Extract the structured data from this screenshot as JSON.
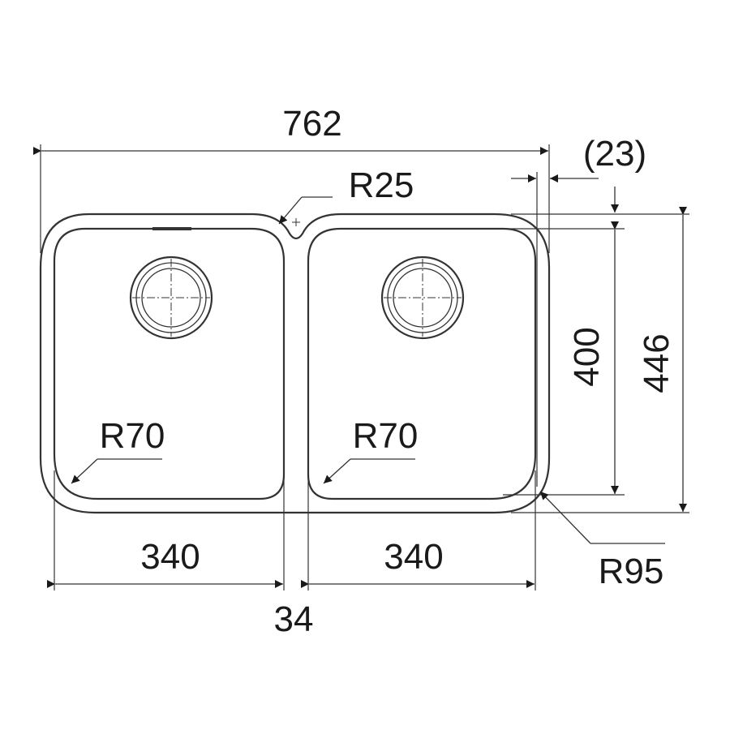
{
  "drawing": {
    "dimensions": {
      "overall_width": "762",
      "right_offset": "(23)",
      "corner_radius_top": "R25",
      "bowl_left_radius": "R70",
      "bowl_right_radius": "R70",
      "inner_height": "400",
      "outer_height": "446",
      "left_bowl_width": "340",
      "right_bowl_width": "340",
      "bowl_gap": "34",
      "outer_corner_radius": "R95"
    }
  }
}
